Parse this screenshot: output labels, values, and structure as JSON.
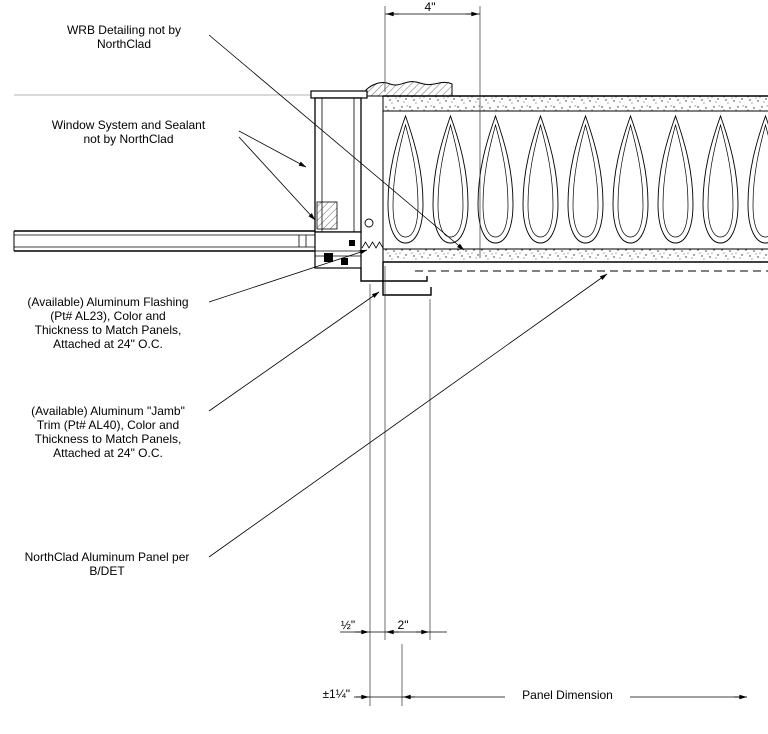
{
  "labels": {
    "wrb": "WRB Detailing not by\nNorthClad",
    "window_system": "Window System and Sealant\nnot by NorthClad",
    "flashing": "(Available) Aluminum Flashing\n(Pt# AL23), Color and\nThickness to Match Panels,\nAttached at 24\" O.C.",
    "jamb_trim": "(Available) Aluminum \"Jamb\"\nTrim (Pt# AL40), Color and\nThickness to Match Panels,\nAttached at 24\" O.C.",
    "panel": "NorthClad Aluminum Panel per\nB/DET"
  },
  "dimensions": {
    "top_width": "4\"",
    "offset_half": "½\"",
    "offset_two": "2\"",
    "tolerance": "±1¼\"",
    "panel_dimension": "Panel Dimension"
  },
  "colors": {
    "line": "#000000",
    "background": "#ffffff"
  }
}
